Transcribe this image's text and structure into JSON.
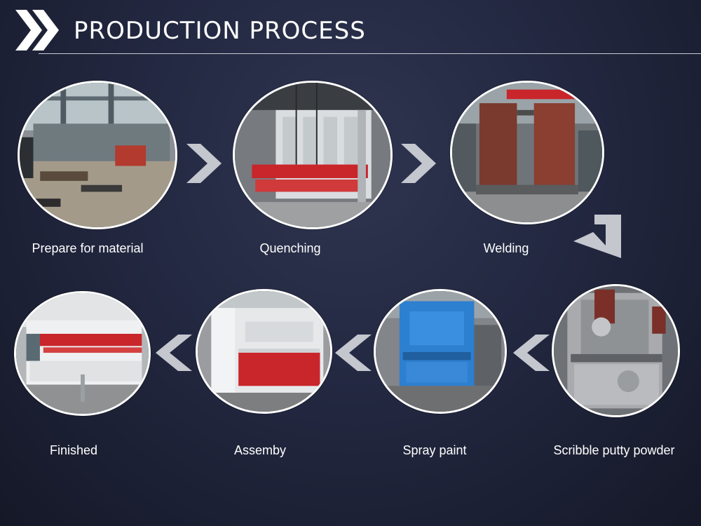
{
  "title": "PRODUCTION PROCESS",
  "steps": [
    {
      "label": "Prepare for material"
    },
    {
      "label": "Quenching"
    },
    {
      "label": "Welding"
    },
    {
      "label": "Scribble putty powder"
    },
    {
      "label": "Spray paint"
    },
    {
      "label": "Assemby"
    },
    {
      "label": "Finished"
    }
  ],
  "icons": {
    "logo": "double-chevron-right-icon",
    "flow": "chevron-arrow-icon"
  },
  "colors": {
    "background": "#232841",
    "accent": "#ffffff",
    "arrow": "#c5c7cf",
    "machine_red": "#c8262b",
    "machine_blue": "#2d7fd0"
  }
}
